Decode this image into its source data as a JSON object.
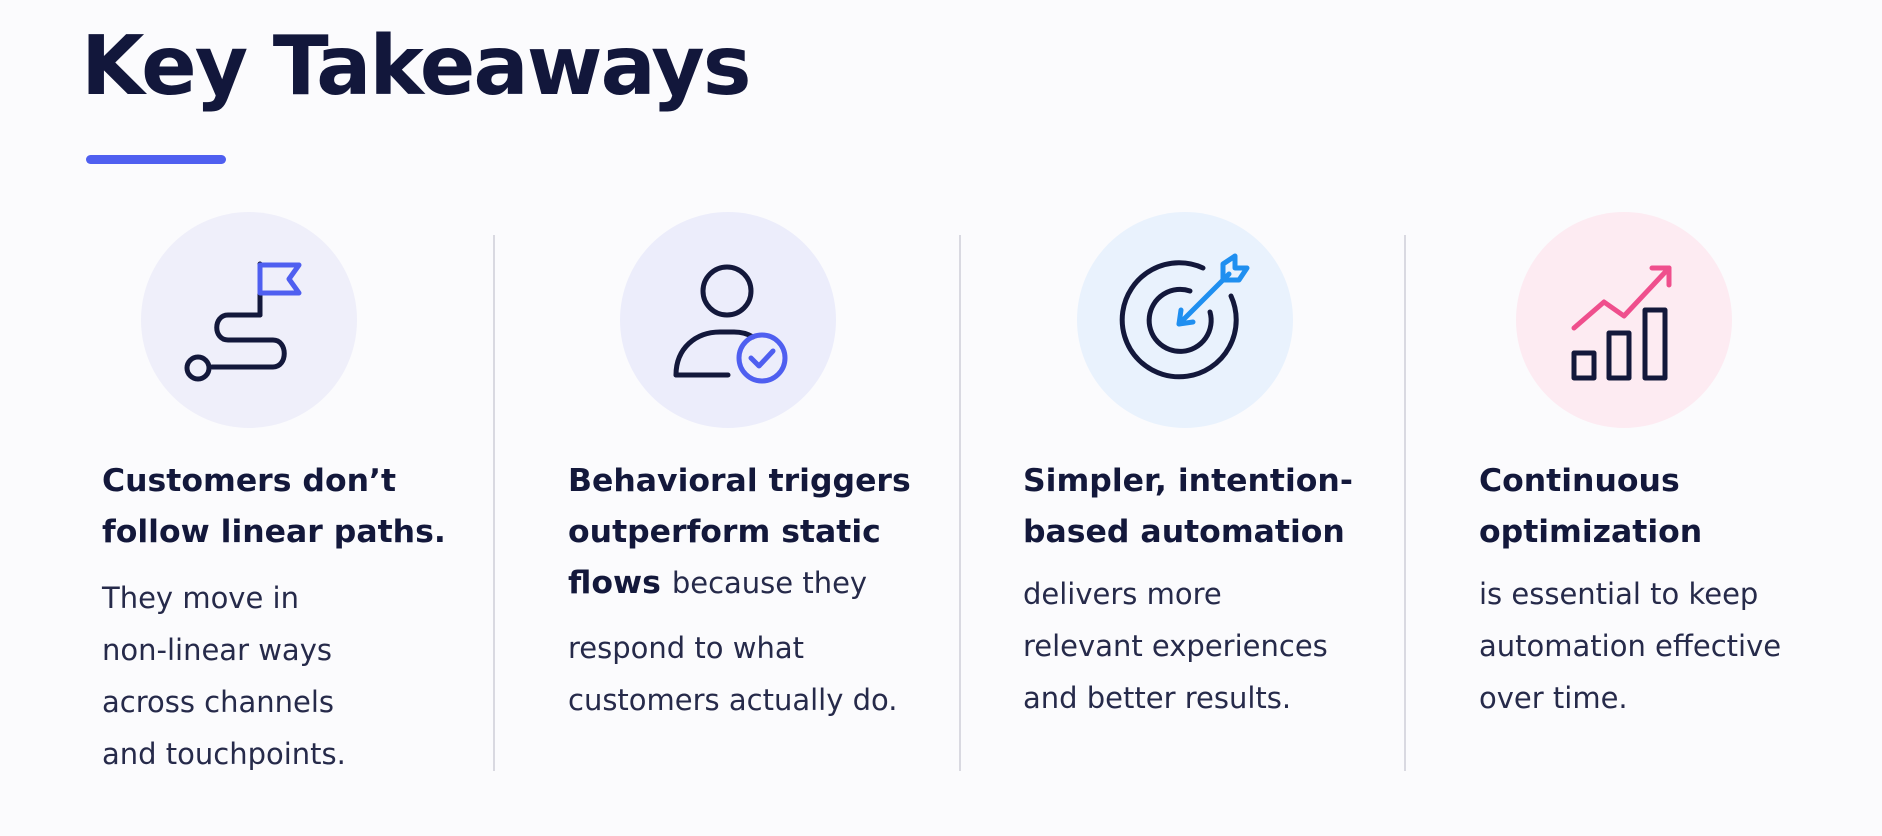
{
  "title": "Key Takeaways",
  "colors": {
    "title_underline": "#4f5ff0",
    "circle_1": "#efeffa",
    "circle_2": "#ecedfb",
    "circle_3": "#e9f2fd",
    "circle_4": "#fdebf2",
    "icon_stroke": "#13183b",
    "accent_blue": "#4f5ff0",
    "accent_sky": "#1f8ff0",
    "accent_pink": "#ef4f8d"
  },
  "takeaways": [
    {
      "icon": "winding-path-flag-icon",
      "heading_lines": [
        "Customers don’t",
        "follow linear paths."
      ],
      "body_lines": [
        "They move in",
        "non-linear ways",
        "across channels",
        "and touchpoints."
      ]
    },
    {
      "icon": "user-check-icon",
      "heading_lines": [
        "Behavioral triggers",
        "outperform static",
        "flows"
      ],
      "heading_inline_body": "because they",
      "body_lines": [
        "respond to what",
        "customers actually do."
      ]
    },
    {
      "icon": "target-arrow-icon",
      "heading_lines": [
        "Simpler, intention-",
        "based automation"
      ],
      "body_lines": [
        "delivers more",
        "relevant experiences",
        "and better results."
      ]
    },
    {
      "icon": "growth-chart-icon",
      "heading_lines": [
        "Continuous",
        "optimization"
      ],
      "body_lines": [
        "is essential to keep",
        "automation effective",
        "over time."
      ]
    }
  ]
}
